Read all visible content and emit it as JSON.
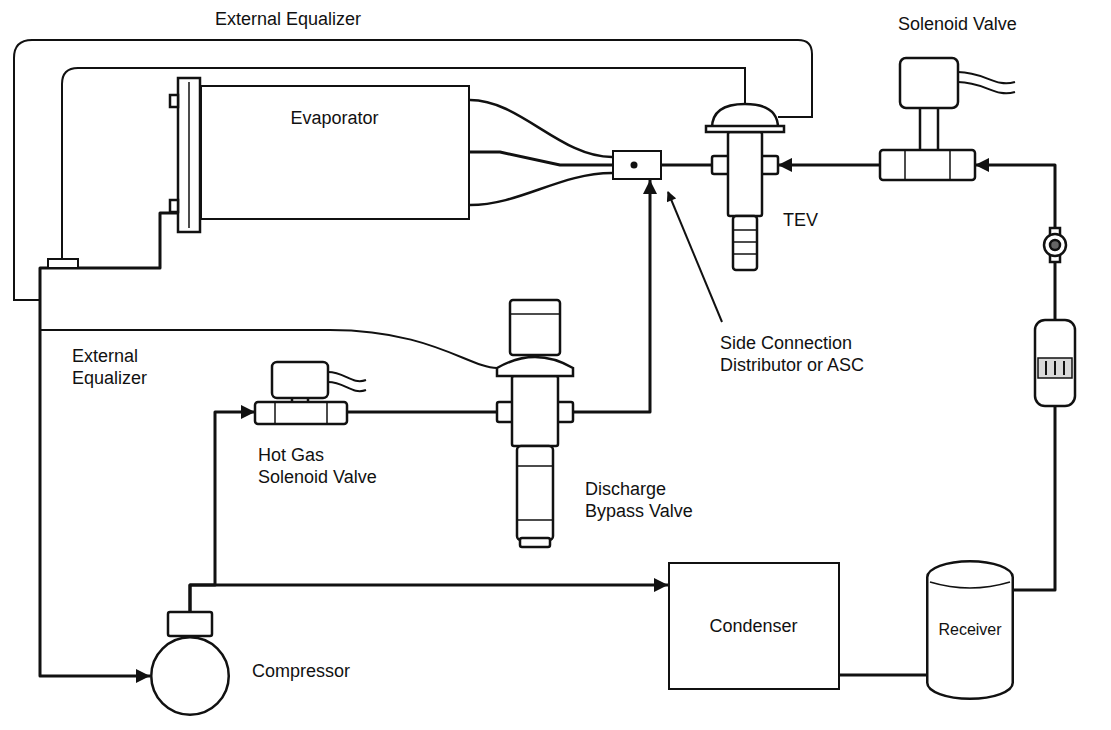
{
  "diagram": {
    "nodes": [
      {
        "text": [
          "Evaporator"
        ]
      },
      {
        "text": [
          "Side Connection Distributor or ASC"
        ]
      },
      {
        "text": [
          "TEV"
        ]
      },
      {
        "text": [
          "Solenoid Valve"
        ]
      },
      {
        "text": [
          "Receiver"
        ]
      },
      {
        "text": [
          "Condenser"
        ]
      },
      {
        "text": [
          "Compressor"
        ]
      },
      {
        "text": [
          "Hot Gas Solenoid Valve"
        ]
      },
      {
        "text": [
          "Discharge Bypass Valve"
        ]
      }
    ],
    "edges": [
      {
        "from": 6,
        "to": 5,
        "arrow": "to"
      },
      {
        "from": 6,
        "to": 7,
        "arrow": "to"
      },
      {
        "from": 7,
        "to": 8,
        "arrow": "none"
      },
      {
        "from": 8,
        "to": 1,
        "arrow": "to"
      },
      {
        "from": 5,
        "to": 4,
        "arrow": "none"
      },
      {
        "from": 4,
        "to": 3,
        "arrow": "to"
      },
      {
        "from": 3,
        "to": 2,
        "arrow": "to"
      },
      {
        "from": 2,
        "to": 1,
        "arrow": "none"
      },
      {
        "from": 1,
        "to": 0,
        "arrow": "none"
      },
      {
        "from": 0,
        "to": 6,
        "arrow": "to"
      }
    ],
    "labels": [
      "External Equalizer",
      "External Equalizer"
    ]
  }
}
